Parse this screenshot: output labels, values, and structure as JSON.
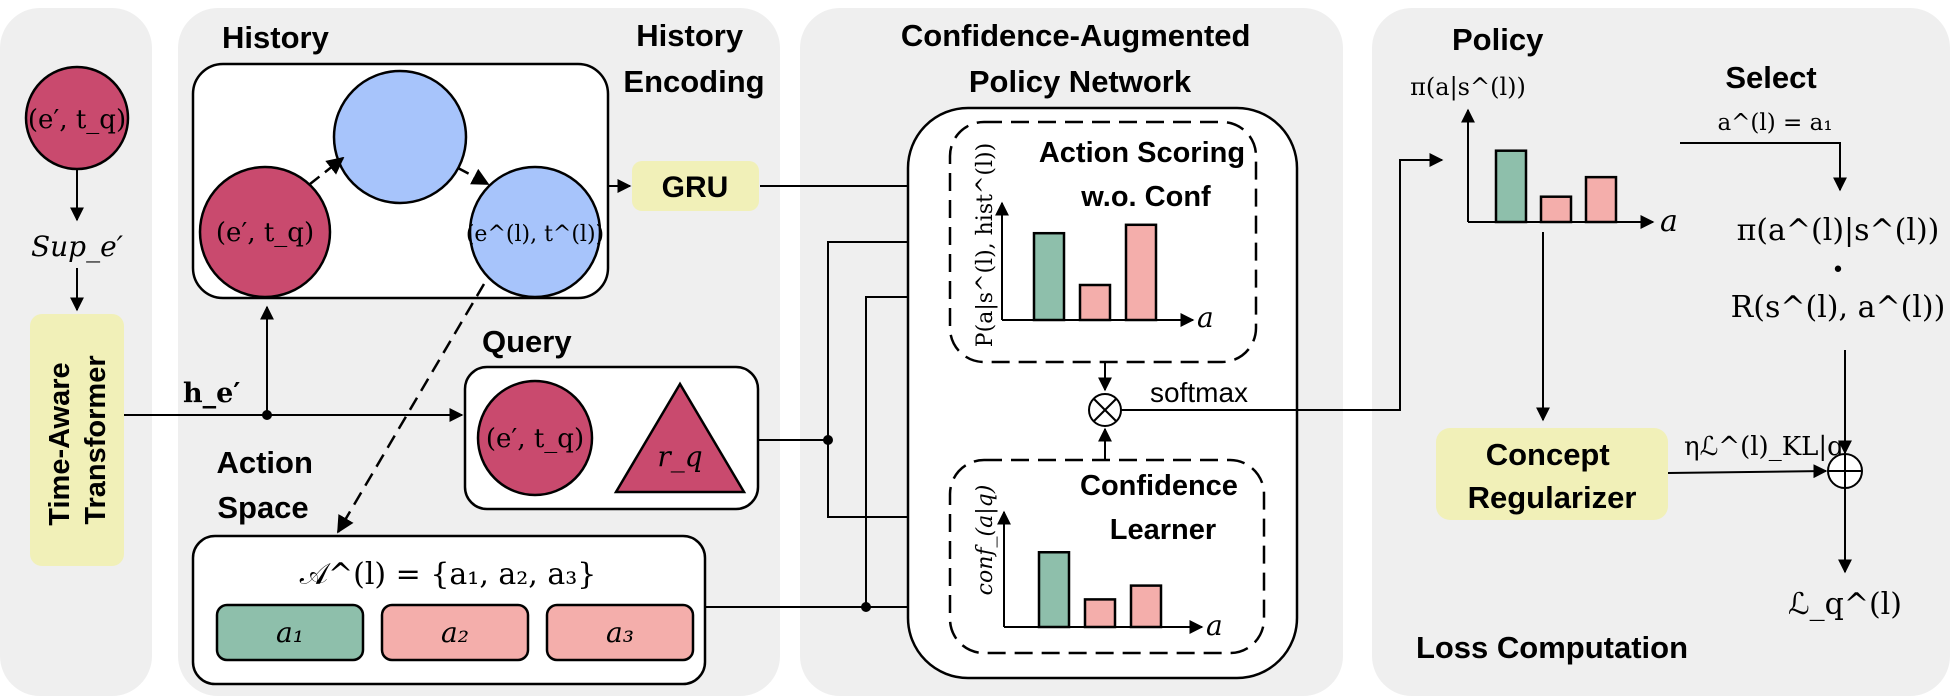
{
  "colors": {
    "panel": "#efefef",
    "node_red": "#c94a6e",
    "node_blue": "#a7c4fb",
    "highlight": "#f1f0b8",
    "bar_green": "#8ebfab",
    "bar_pink": "#f4aeab"
  },
  "panels": {
    "history_title": "History",
    "history_encoding_line1": "History",
    "history_encoding_line2": "Encoding",
    "network_title_line1": "Confidence-Augmented",
    "network_title_line2": "Policy Network",
    "policy_title": "Policy",
    "select_title": "Select",
    "loss_title": "Loss Computation"
  },
  "left": {
    "node": "(e′, t_q)",
    "sup": "Sup_e′",
    "transformer_line1": "Time-Aware",
    "transformer_line2": "Transformer",
    "h_label": "h_e′"
  },
  "history": {
    "node_1": "(e′, t_q)",
    "node_last": "(e^(l), t^(l))"
  },
  "gru": "GRU",
  "query": {
    "title": "Query",
    "node": "(e′, t_q)",
    "relation": "r_q"
  },
  "action_space": {
    "title_line1": "Action",
    "title_line2": "Space",
    "set": "𝒜^(l) = {a₁, a₂, a₃}",
    "actions": [
      "a₁",
      "a₂",
      "a₃"
    ]
  },
  "scoring": {
    "title_line1": "Action Scoring",
    "title_line2": "w.o. Conf",
    "ylabel": "P(a|s^(l), hist^(l))",
    "xlabel": "a",
    "softmax": "softmax"
  },
  "confidence": {
    "title_line1": "Confidence",
    "title_line2": "Learner",
    "ylabel": "conf_(a|q)",
    "xlabel": "a"
  },
  "policy": {
    "ylabel": "π(a|s^(l))",
    "xlabel": "a"
  },
  "select": {
    "equation": "a^(l) = a₁",
    "prob": "π(a^(l)|s^(l))",
    "dot": "•",
    "reward": "R(s^(l), a^(l))"
  },
  "regularizer": {
    "line1": "Concept",
    "line2": "Regularizer",
    "kl_label": "ηℒ^(l)_KL|q"
  },
  "loss": "ℒ_q^(l)",
  "chart_data": [
    {
      "type": "bar",
      "name_ref": "Action Scoring w.o. Conf",
      "categories": [
        "a₁",
        "a₂",
        "a₃"
      ],
      "values": [
        0.62,
        0.25,
        0.68
      ],
      "ylim": [
        0,
        1
      ]
    },
    {
      "type": "bar",
      "name_ref": "Confidence Learner",
      "categories": [
        "a₁",
        "a₂",
        "a₃"
      ],
      "values": [
        0.65,
        0.24,
        0.36
      ],
      "ylim": [
        0,
        1
      ]
    },
    {
      "type": "bar",
      "name_ref": "Policy",
      "categories": [
        "a₁",
        "a₂",
        "a₃"
      ],
      "values": [
        0.62,
        0.22,
        0.39
      ],
      "ylim": [
        0,
        1
      ]
    }
  ]
}
